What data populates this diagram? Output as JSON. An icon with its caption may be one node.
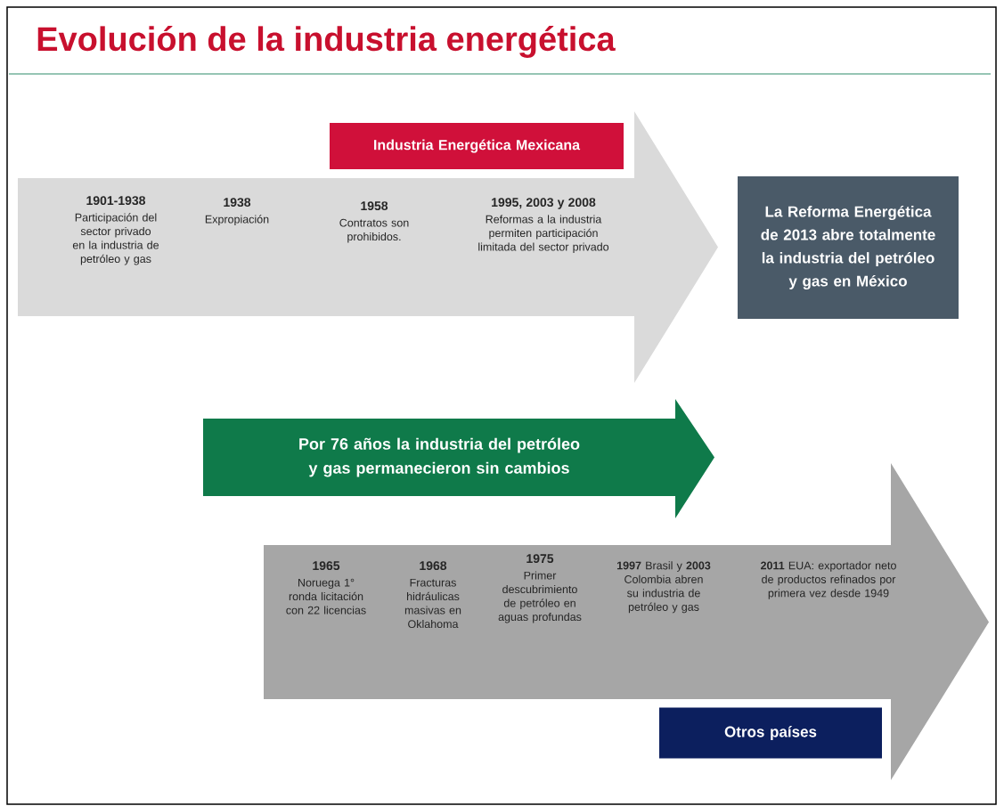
{
  "diagram": {
    "title": "Evolución de la industria energética",
    "nodes": [
      {
        "text": [],
        "shape": "arrow"
      },
      {
        "text": [
          "Industria Energética Mexicana"
        ],
        "in": 0
      },
      {
        "text": [
          "1901-1938",
          "Participación del sector privado en la industria de petróleo y gas"
        ],
        "in": 0
      },
      {
        "text": [
          "1938",
          "Expropiación"
        ],
        "in": 0
      },
      {
        "text": [
          "1958",
          "Contratos son prohibidos."
        ],
        "in": 0
      },
      {
        "text": [
          "1995, 2003 y 2008",
          "Reformas a la industria permiten participación limitada del sector privado"
        ],
        "in": 0
      },
      {
        "text": [
          "La Reforma Energética de 2013 abre totalmente la industria del petróleo y gas en México"
        ]
      },
      {
        "text": [
          "Por 76 años la industria del petróleo y gas permanecieron sin cambios"
        ]
      },
      {
        "text": [],
        "shape": "arrow"
      },
      {
        "text": [
          "1965",
          "Noruega 1° ronda licitación con 22 licencias"
        ],
        "in": 8
      },
      {
        "text": [
          "1968",
          "Fracturas hidráulicas masivas en Oklahoma"
        ],
        "in": 8
      },
      {
        "text": [
          "1975",
          "Primer descubrimiento de petróleo en aguas profundas"
        ],
        "in": 8
      },
      {
        "text": [
          "**1997** Brasil y **2003** Colombia abren su industria de petróleo y gas"
        ],
        "in": 8
      },
      {
        "text": [
          "**2011** EUA: exportador neto de productos refinados por primera vez desde 1949"
        ],
        "in": 8
      },
      {
        "text": [
          "Otros países"
        ],
        "in": 8
      }
    ],
    "edges": []
  }
}
